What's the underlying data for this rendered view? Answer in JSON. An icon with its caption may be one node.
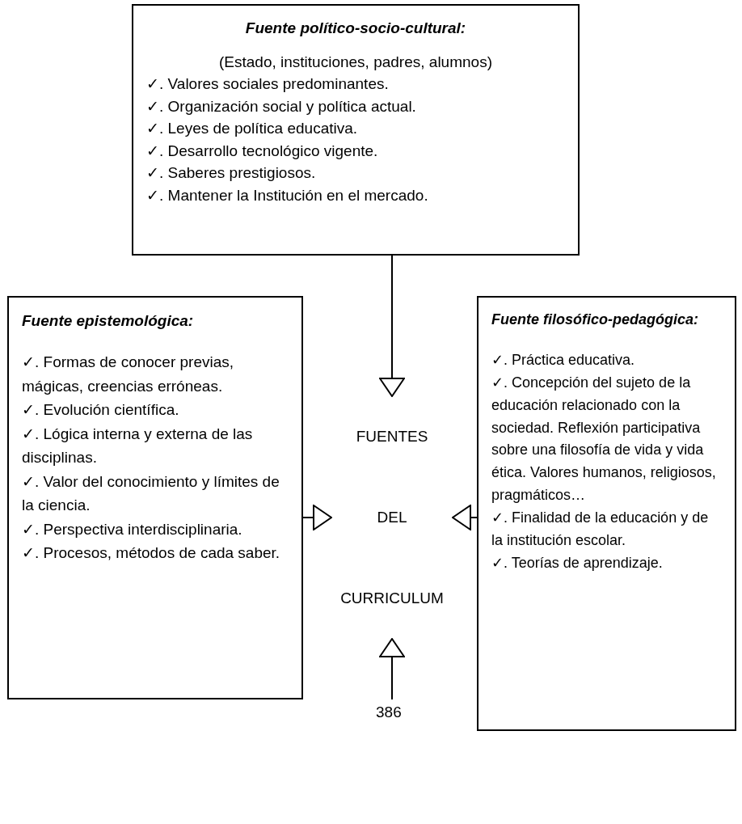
{
  "diagram": {
    "nodes": [
      {
        "text": [
          "Fuente político-socio-cultural:",
          "(Estado, instituciones, padres, alumnos)",
          "✓. Valores sociales predominantes.",
          "✓. Organización social y política actual.",
          "✓. Leyes de política educativa.",
          "✓. Desarrollo tecnológico vigente.",
          "✓. Saberes prestigiosos.",
          "✓. Mantener la Institución en el mercado."
        ]
      },
      {
        "text": [
          "Fuente epistemológica:",
          "✓. Formas de conocer previas, mágicas, creencias erróneas.",
          "✓. Evolución científica.",
          "✓. Lógica interna y externa de las disciplinas.",
          "✓. Valor del conocimiento y límites de la ciencia.",
          "✓. Perspectiva interdisciplinaria.",
          "✓. Procesos, métodos de cada saber."
        ]
      },
      {
        "text": [
          "FUENTES DEL CURRICULUM"
        ]
      },
      {
        "text": [
          "Fuente filosófico-pedagógica:",
          "✓. Práctica educativa.",
          "✓. Concepción del sujeto de la educación relacionado con la sociedad. Reflexión participativa sobre una filosofía de vida y vida ética. Valores humanos, religiosos, pragmáticos…",
          "✓. Finalidad de la educación y de la institución escolar.",
          "✓. Teorías de aprendizaje."
        ]
      }
    ],
    "edges": [
      {
        "from": 0,
        "to": 2,
        "arrow": "to"
      },
      {
        "from": 1,
        "to": 2,
        "arrow": "to"
      },
      {
        "from": 3,
        "to": 2,
        "arrow": "to"
      },
      {
        "from": null,
        "to": 2,
        "arrow": "to"
      }
    ],
    "labels": [
      "386"
    ]
  }
}
